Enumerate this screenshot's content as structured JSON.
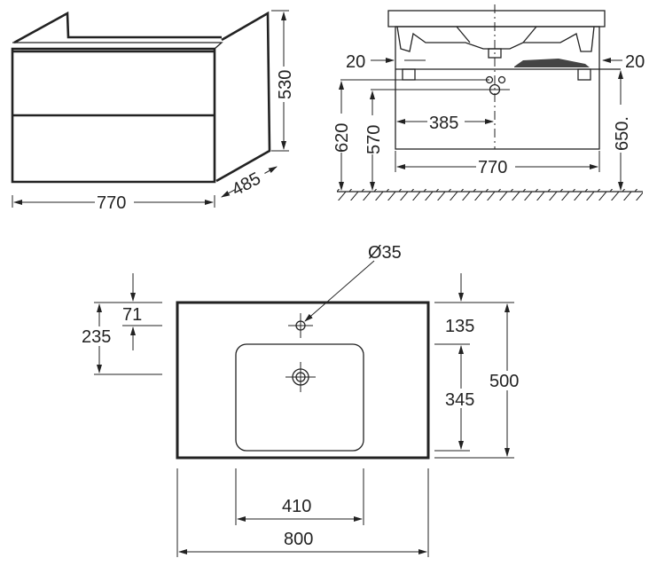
{
  "cabinet_view": {
    "width": "770",
    "height": "530",
    "depth": "485"
  },
  "side_view": {
    "gap_left": "20",
    "gap_right": "20",
    "h620": "620",
    "h570": "570",
    "h650": "650.",
    "center": "385",
    "width": "770"
  },
  "top_view": {
    "hole_diameter": "Ø35",
    "d71": "71",
    "d235": "235",
    "d135": "135",
    "d345": "345",
    "d500": "500",
    "d410": "410",
    "d800": "800"
  }
}
